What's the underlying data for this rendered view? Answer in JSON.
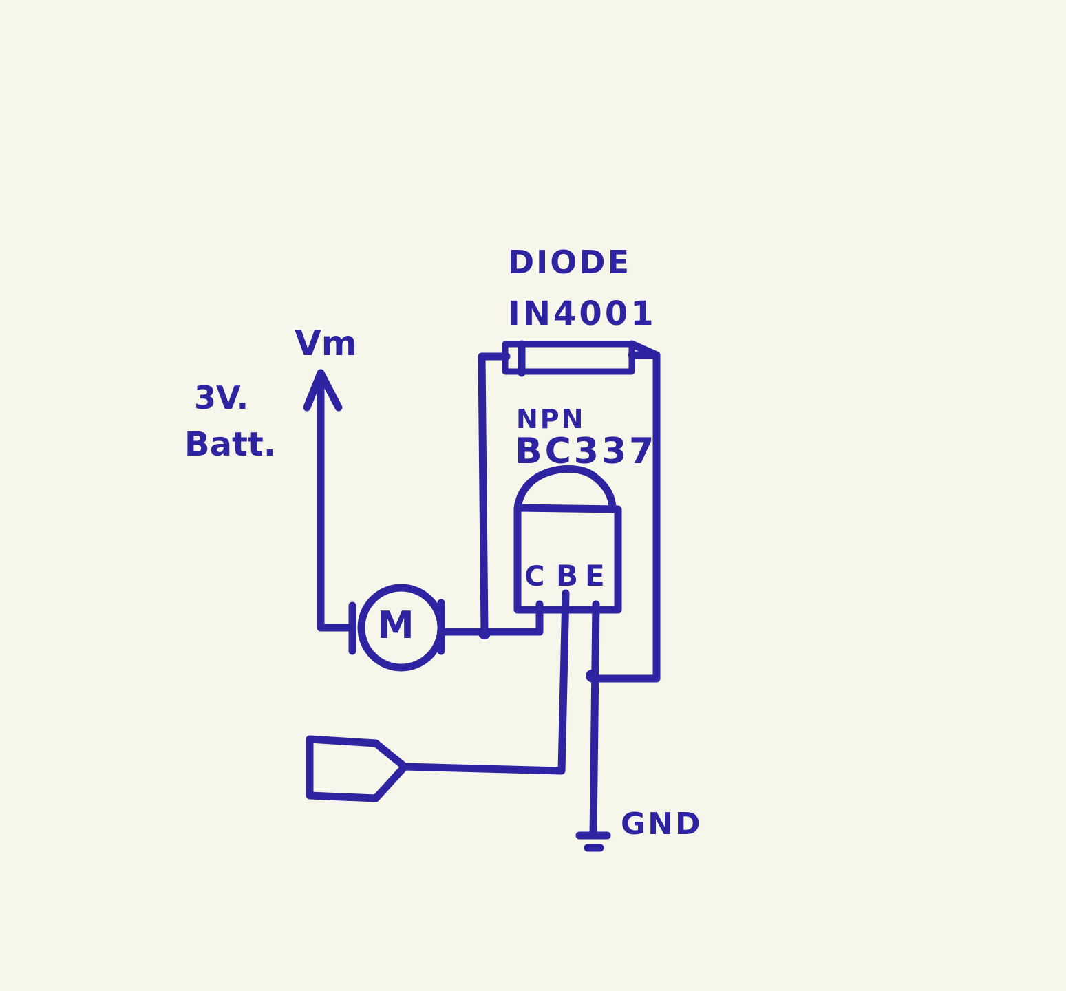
{
  "diode": {
    "title": "DIODE",
    "part": "IN4001"
  },
  "supply": {
    "node": "Vm",
    "line1": "3V.",
    "line2": "Batt."
  },
  "transistor": {
    "type": "NPN",
    "part": "BC337",
    "pin_c": "C",
    "pin_b": "B",
    "pin_e": "E"
  },
  "motor": {
    "symbol": "M"
  },
  "ground": {
    "label": "GND"
  },
  "colors": {
    "ink": "#2e23a0",
    "paper": "#f7f6ea"
  }
}
